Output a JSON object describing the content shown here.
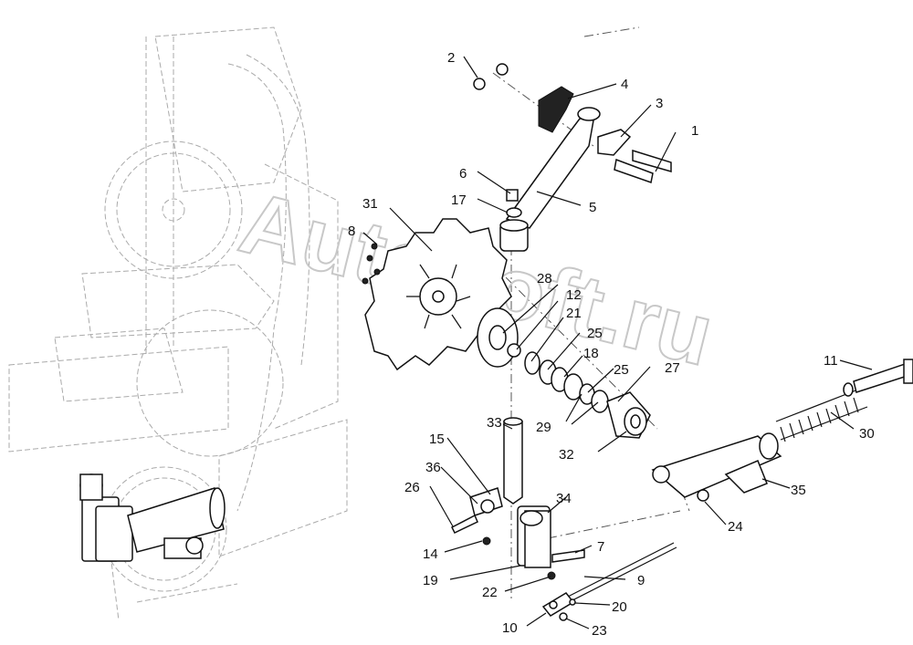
{
  "watermark": "AutoSoft.ru",
  "callouts": [
    {
      "id": "c1",
      "text": "1"
    },
    {
      "id": "c2",
      "text": "2"
    },
    {
      "id": "c3",
      "text": "3"
    },
    {
      "id": "c4",
      "text": "4"
    },
    {
      "id": "c5",
      "text": "5"
    },
    {
      "id": "c6",
      "text": "6"
    },
    {
      "id": "c7",
      "text": "7"
    },
    {
      "id": "c8",
      "text": "8"
    },
    {
      "id": "c9",
      "text": "9"
    },
    {
      "id": "c10",
      "text": "10"
    },
    {
      "id": "c11",
      "text": "11"
    },
    {
      "id": "c12",
      "text": "12"
    },
    {
      "id": "c14",
      "text": "14"
    },
    {
      "id": "c15",
      "text": "15"
    },
    {
      "id": "c17",
      "text": "17"
    },
    {
      "id": "c18",
      "text": "18"
    },
    {
      "id": "c19",
      "text": "19"
    },
    {
      "id": "c20",
      "text": "20"
    },
    {
      "id": "c21",
      "text": "21"
    },
    {
      "id": "c22",
      "text": "22"
    },
    {
      "id": "c23",
      "text": "23"
    },
    {
      "id": "c24",
      "text": "24"
    },
    {
      "id": "c25a",
      "text": "25"
    },
    {
      "id": "c25b",
      "text": "25"
    },
    {
      "id": "c26",
      "text": "26"
    },
    {
      "id": "c27",
      "text": "27"
    },
    {
      "id": "c28",
      "text": "28"
    },
    {
      "id": "c29",
      "text": "29"
    },
    {
      "id": "c30",
      "text": "30"
    },
    {
      "id": "c31",
      "text": "31"
    },
    {
      "id": "c32",
      "text": "32"
    },
    {
      "id": "c33",
      "text": "33"
    },
    {
      "id": "c34",
      "text": "34"
    },
    {
      "id": "c35",
      "text": "35"
    },
    {
      "id": "c36",
      "text": "36"
    }
  ]
}
